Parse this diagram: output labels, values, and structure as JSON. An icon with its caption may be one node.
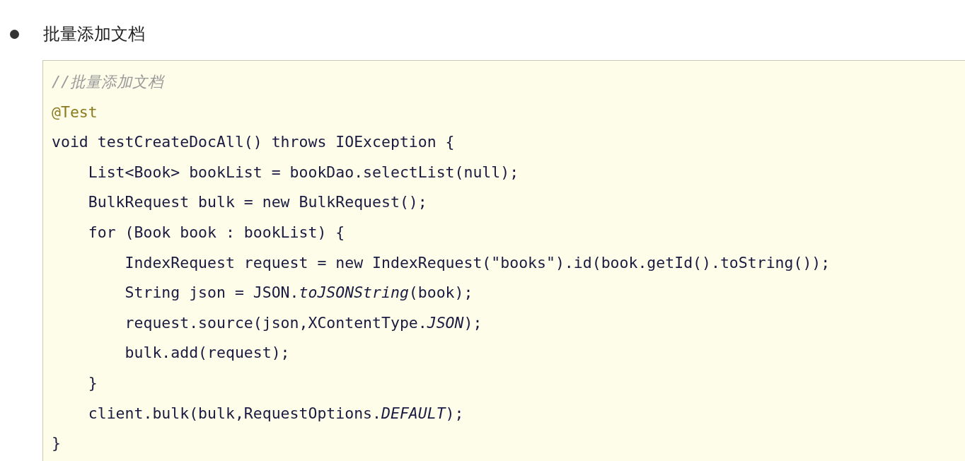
{
  "diagram": {
    "title": "批量添加文档",
    "labels": [
      "//批量添加文档",
      "@Test",
      "void testCreateDocAll() throws IOException {",
      "    List<Book> bookList = bookDao.selectList(null);",
      "    BulkRequest bulk = new BulkRequest();",
      "    for (Book book : bookList) {",
      "        IndexRequest request = new IndexRequest(\"books\").id(book.getId().toString());",
      "        String json = JSON.*toJSONString*(book);",
      "        request.source(json,XContentType.*JSON*);",
      "        bulk.add(request);",
      "    }",
      "    client.bulk(bulk,RequestOptions.*DEFAULT*);",
      "}"
    ]
  }
}
